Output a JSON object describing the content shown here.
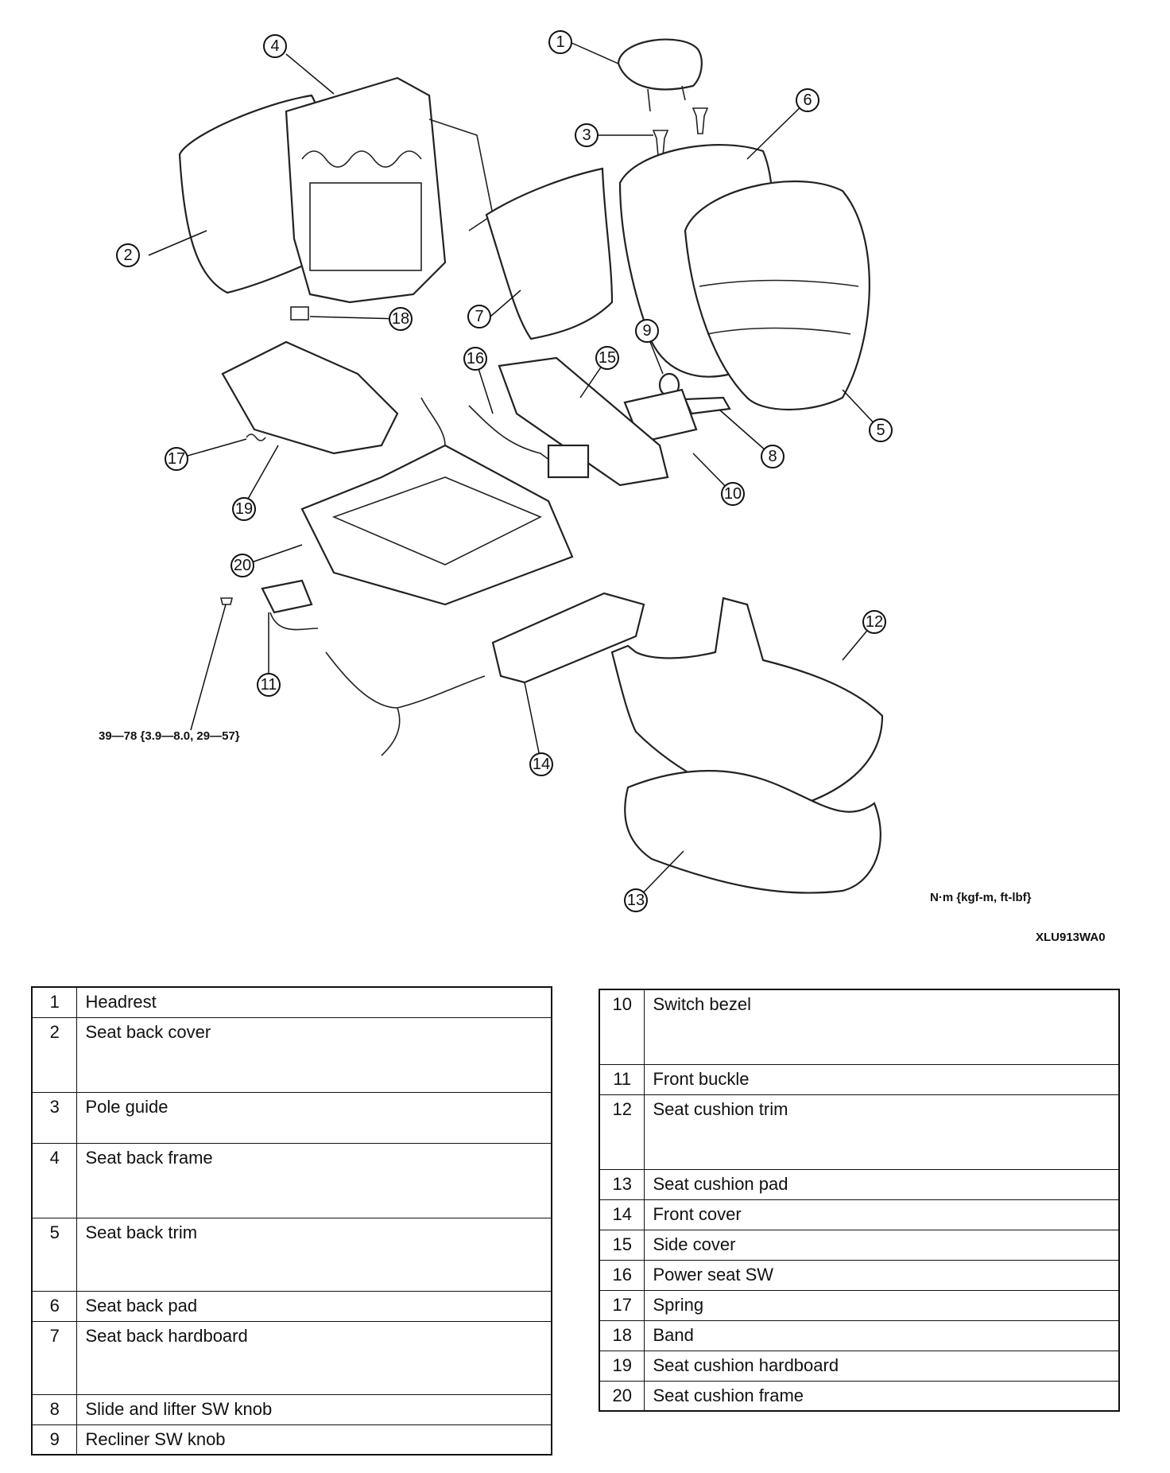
{
  "diagram": {
    "torque_note": "39—78 {3.9—8.0, 29—57}",
    "unit_note": "N·m {kgf-m, ft-lbf}",
    "code": "XLU913WA0",
    "callouts": [
      "1",
      "2",
      "3",
      "4",
      "5",
      "6",
      "7",
      "8",
      "9",
      "10",
      "11",
      "12",
      "13",
      "14",
      "15",
      "16",
      "17",
      "18",
      "19",
      "20"
    ]
  },
  "parts_left": [
    {
      "num": "1",
      "name": "Headrest"
    },
    {
      "num": "2",
      "name": "Seat back cover"
    },
    {
      "num": "3",
      "name": "Pole guide"
    },
    {
      "num": "4",
      "name": "Seat back frame"
    },
    {
      "num": "5",
      "name": "Seat back trim"
    },
    {
      "num": "6",
      "name": "Seat back pad"
    },
    {
      "num": "7",
      "name": "Seat back hardboard"
    },
    {
      "num": "8",
      "name": "Slide and lifter SW knob"
    },
    {
      "num": "9",
      "name": "Recliner SW knob"
    }
  ],
  "parts_right": [
    {
      "num": "10",
      "name": "Switch bezel"
    },
    {
      "num": "11",
      "name": "Front buckle"
    },
    {
      "num": "12",
      "name": "Seat cushion trim"
    },
    {
      "num": "13",
      "name": "Seat cushion pad"
    },
    {
      "num": "14",
      "name": "Front cover"
    },
    {
      "num": "15",
      "name": "Side cover"
    },
    {
      "num": "16",
      "name": "Power seat SW"
    },
    {
      "num": "17",
      "name": "Spring"
    },
    {
      "num": "18",
      "name": "Band"
    },
    {
      "num": "19",
      "name": "Seat cushion hardboard"
    },
    {
      "num": "20",
      "name": "Seat cushion frame"
    }
  ]
}
